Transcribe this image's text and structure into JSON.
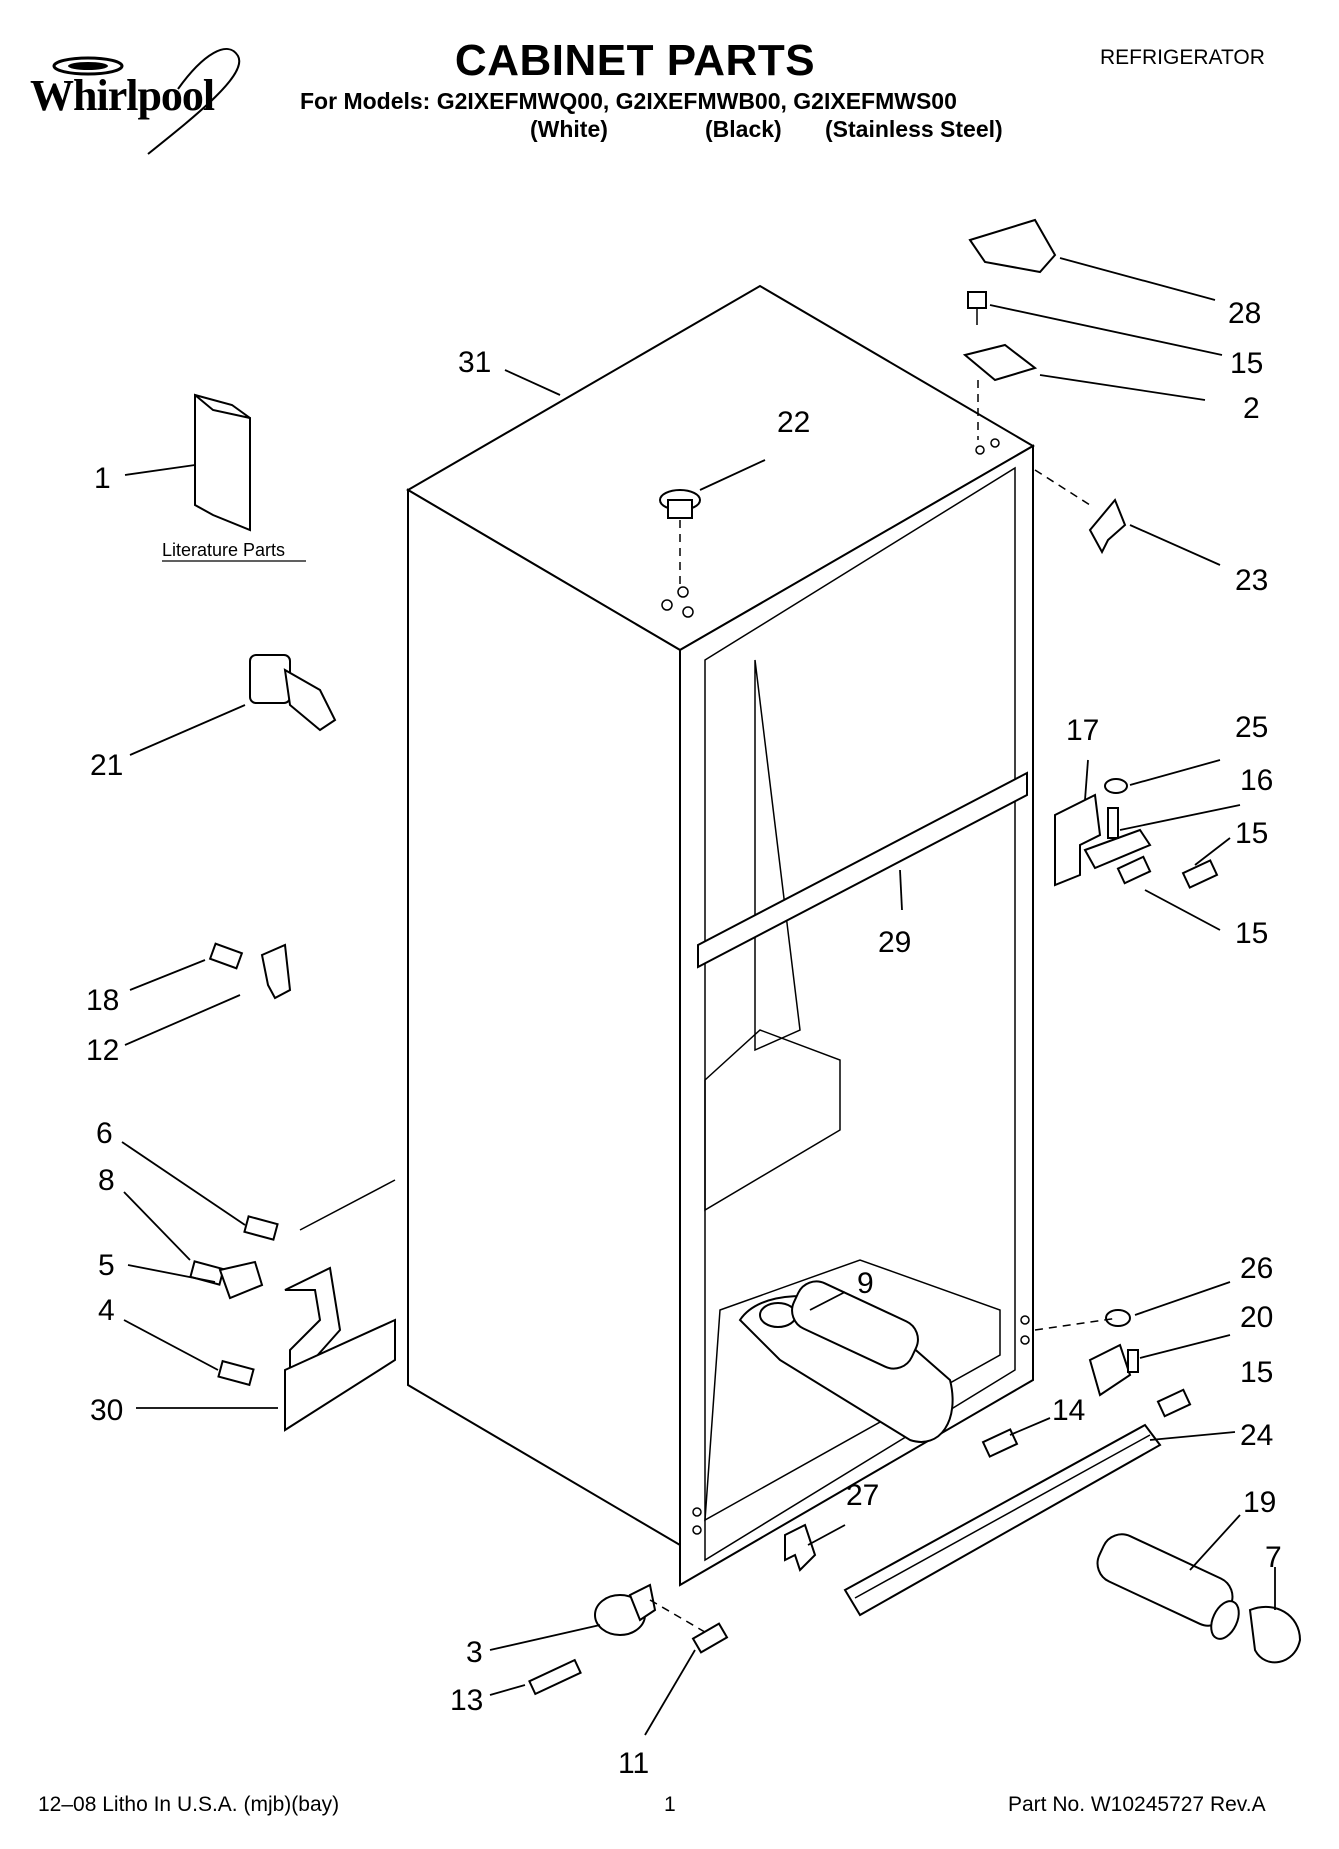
{
  "header": {
    "brand": "Whirlpool",
    "title": "CABINET PARTS",
    "category": "REFRIGERATOR",
    "models_line": "For Models: G2IXEFMWQ00, G2IXEFMWB00, G2IXEFMWS00",
    "variants": [
      "(White)",
      "(Black)",
      "(Stainless Steel)"
    ]
  },
  "diagram": {
    "literature_caption": "Literature Parts",
    "callouts": [
      "1",
      "2",
      "3",
      "4",
      "5",
      "6",
      "7",
      "8",
      "9",
      "11",
      "12",
      "13",
      "14",
      "15",
      "16",
      "17",
      "18",
      "19",
      "20",
      "21",
      "22",
      "23",
      "24",
      "25",
      "26",
      "27",
      "28",
      "29",
      "30",
      "31"
    ],
    "callout_15": "15"
  },
  "footer": {
    "print_info": "12–08 Litho In U.S.A. (mjb)(bay)",
    "page_number": "1",
    "part_number": "Part No. W10245727 Rev.A"
  }
}
